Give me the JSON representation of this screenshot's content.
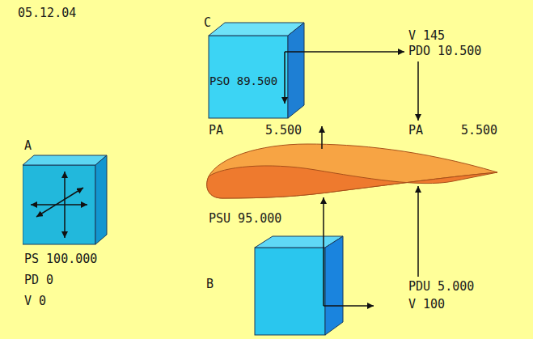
{
  "diagram": {
    "nodes": [
      {
        "text": [
          "A"
        ]
      },
      {
        "text": [
          "C",
          "PSO 89.500"
        ]
      },
      {
        "text": [
          "B"
        ]
      }
    ],
    "labels": [
      "05.12.04",
      "PS 100.000",
      "PD 0",
      "V 0",
      "V 145",
      "PDO 10.500",
      "PA",
      "5.500",
      "PA",
      "5.500",
      "PSU 95.000",
      "PDU 5.000",
      "V 100"
    ]
  }
}
